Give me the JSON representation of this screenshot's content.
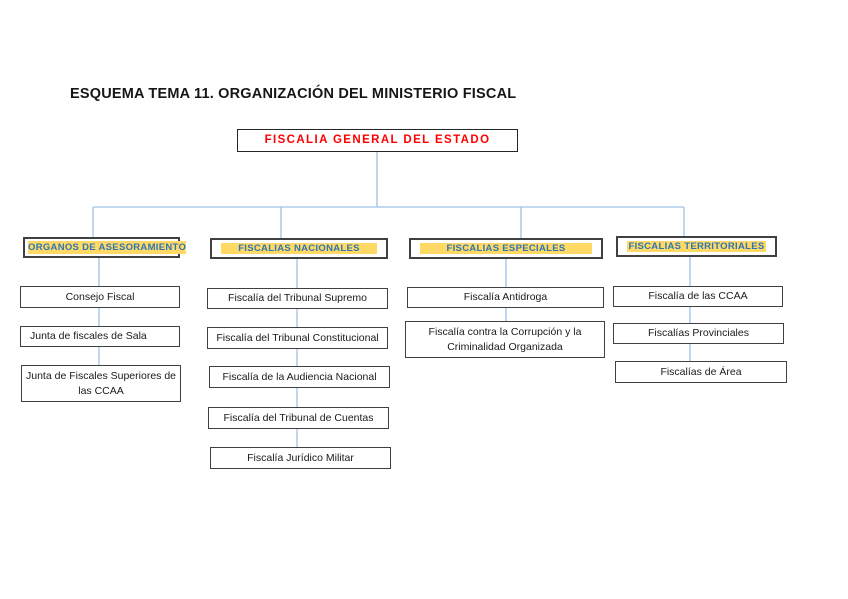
{
  "page": {
    "title": "ESQUEMA TEMA 11. ORGANIZACIÓN DEL MINISTERIO FISCAL"
  },
  "root": {
    "label": "FISCALIA GENERAL DEL ESTADO"
  },
  "columns": [
    {
      "header": "ORGANOS DE ASESORAMIENTO",
      "items": [
        "Consejo Fiscal",
        "Junta de fiscales de Sala",
        "Junta de Fiscales Superiores de las CCAA"
      ]
    },
    {
      "header": "FISCALIAS NACIONALES",
      "items": [
        "Fiscalía del Tribunal Supremo",
        "Fiscalía del Tribunal Constitucional",
        "Fiscalía de la Audiencia Nacional",
        "Fiscalía del Tribunal de Cuentas",
        "Fiscalía Jurídico Militar"
      ]
    },
    {
      "header": "FISCALIAS ESPECIALES",
      "items": [
        "Fiscalía Antidroga",
        "Fiscalía contra la Corrupción y la Criminalidad Organizada"
      ]
    },
    {
      "header": "FISCALIAS TERRITORIALES",
      "items": [
        "Fiscalía de las CCAA",
        "Fiscalías Provinciales",
        "Fiscalías de Área"
      ]
    }
  ],
  "colors": {
    "root_text_red": "#FF0000",
    "header_text_blue": "#2E75B6",
    "highlight_yellow": "#FFD966",
    "connector_blue": "#9DC3E6",
    "box_border_gray": "#404040",
    "root_border_black": "#262626"
  }
}
